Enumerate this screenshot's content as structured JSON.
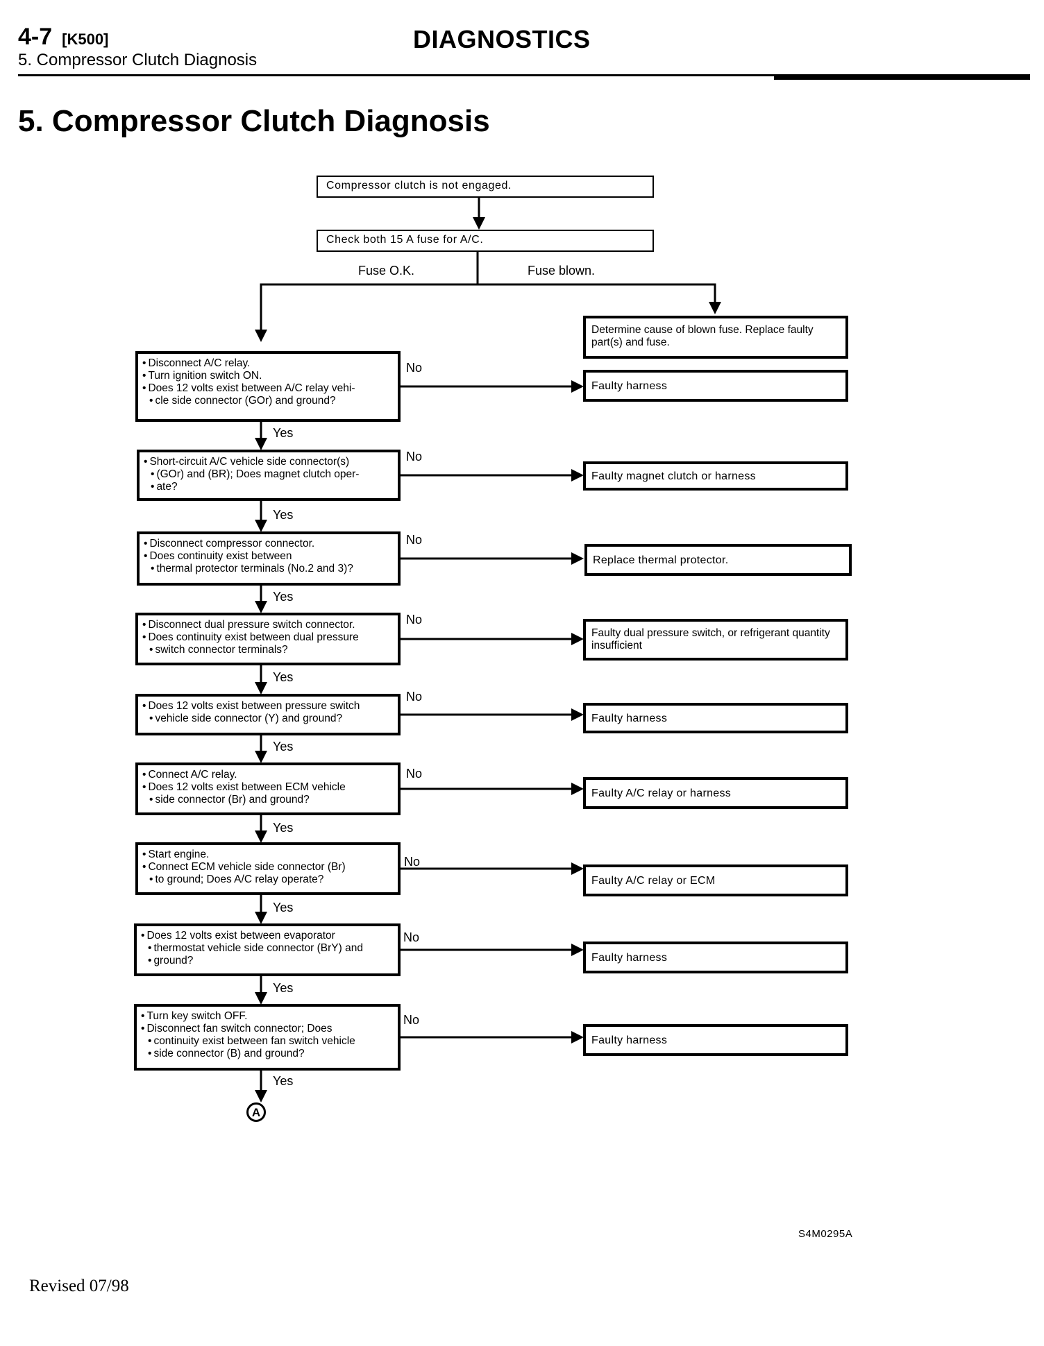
{
  "header": {
    "section_number": "4-7",
    "model": "[K500]",
    "subsection": "5. Compressor Clutch Diagnosis",
    "chapter": "DIAGNOSTICS"
  },
  "page_title": "5. Compressor Clutch Diagnosis",
  "flow": {
    "start": "Compressor clutch is not engaged.",
    "fuse_check": "Check both 15 A fuse for A/C.",
    "fuse_ok_label": "Fuse O.K.",
    "fuse_blown_label": "Fuse blown.",
    "fuse_blown_result": "Determine cause of blown fuse. Replace faulty part(s) and fuse.",
    "yes_label": "Yes",
    "no_label": "No",
    "steps": [
      {
        "question": [
          "Disconnect A/C relay.",
          "Turn ignition switch ON.",
          "Does 12 volts exist between A/C relay vehi-",
          "cle side connector (GOr) and ground?"
        ],
        "no_result": "Faulty harness"
      },
      {
        "question": [
          "Short-circuit A/C vehicle side connector(s)",
          "(GOr) and (BR); Does magnet clutch oper-",
          "ate?"
        ],
        "no_result": "Faulty magnet clutch or harness"
      },
      {
        "question": [
          "Disconnect compressor connector.",
          "Does continuity exist between",
          "thermal protector terminals (No.2 and 3)?"
        ],
        "no_result": "Replace thermal protector."
      },
      {
        "question": [
          "Disconnect dual pressure switch connector.",
          "Does continuity exist between dual pressure",
          "switch connector terminals?"
        ],
        "no_result": "Faulty dual pressure switch, or refrigerant quantity insufficient"
      },
      {
        "question": [
          "Does 12 volts exist between pressure switch",
          "vehicle side connector (Y) and ground?"
        ],
        "no_result": "Faulty harness"
      },
      {
        "question": [
          "Connect A/C relay.",
          "Does 12 volts exist between ECM vehicle",
          "side connector (Br) and ground?"
        ],
        "no_result": "Faulty A/C relay or harness"
      },
      {
        "question": [
          "Start engine.",
          "Connect ECM vehicle side connector (Br)",
          "to ground; Does A/C relay operate?"
        ],
        "no_result": "Faulty A/C relay or ECM"
      },
      {
        "question": [
          "Does 12 volts exist between evaporator",
          "thermostat vehicle side connector (BrY) and",
          "ground?"
        ],
        "no_result": "Faulty harness"
      },
      {
        "question": [
          "Turn key switch OFF.",
          "Disconnect fan switch connector; Does",
          "continuity exist between fan switch vehicle",
          "side connector (B) and ground?"
        ],
        "no_result": "Faulty harness"
      }
    ],
    "end_connector": "A"
  },
  "figure_code": "S4M0295A",
  "footer": {
    "revised": "Revised 07/98"
  }
}
